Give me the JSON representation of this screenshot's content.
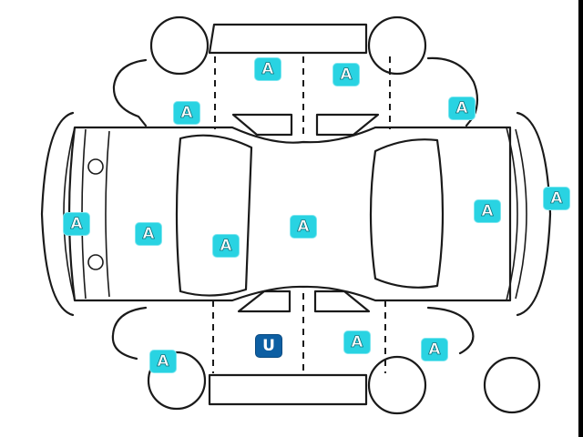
{
  "legend_colors": {
    "A": "#29d3e2",
    "U": "#0d5fa3"
  },
  "markers": [
    {
      "label": "A",
      "type": "A"
    },
    {
      "label": "A",
      "type": "A"
    },
    {
      "label": "A",
      "type": "A"
    },
    {
      "label": "A",
      "type": "A"
    },
    {
      "label": "A",
      "type": "A"
    },
    {
      "label": "A",
      "type": "A"
    },
    {
      "label": "A",
      "type": "A"
    },
    {
      "label": "A",
      "type": "A"
    },
    {
      "label": "A",
      "type": "A"
    },
    {
      "label": "A",
      "type": "A"
    },
    {
      "label": "U",
      "type": "U"
    },
    {
      "label": "A",
      "type": "A"
    },
    {
      "label": "A",
      "type": "A"
    },
    {
      "label": "A",
      "type": "A"
    }
  ]
}
